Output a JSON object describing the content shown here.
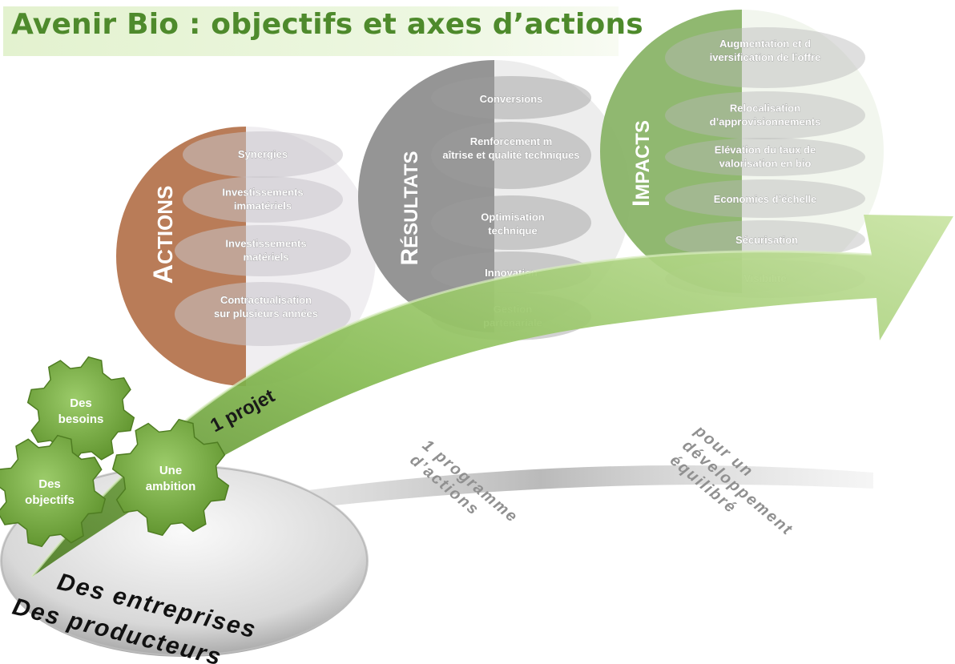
{
  "title": "Avenir Bio : objectifs et axes d’actions",
  "actions": {
    "heading": "Actions",
    "color": "#b5754f",
    "items": [
      "Synergies",
      "Investissements immatériels",
      "Investissements matériels",
      "Contractualisation sur plusieurs années"
    ]
  },
  "resultats": {
    "heading": "Résultats",
    "color": "#8f8f8f",
    "items": [
      "Conversions",
      "Renforcement maîtrise et qualité techniques",
      "Optimisation technique",
      "Innovation",
      "Gestion partenariale"
    ]
  },
  "impacts": {
    "heading": "Impacts",
    "color": "#8ab468",
    "items": [
      "Augmentation et diversification de l’offre",
      "Relocalisation d’approvisionnements",
      "Elévation du taux de valorisation en bio",
      "Economies d’échelle",
      "Sécurisation",
      "Visibilité"
    ]
  },
  "arrow_label": "1 projet",
  "gears": [
    "Des besoins",
    "Des objectifs",
    "Une ambition"
  ],
  "shadow_labels": [
    "1 programme d’actions",
    "pour un développement équilibré"
  ],
  "base_labels": [
    "Des entreprises",
    "Des producteurs"
  ],
  "colors": {
    "title": "#4e8a2c",
    "arrow": "#7fb548",
    "gear": "#76a83f"
  }
}
